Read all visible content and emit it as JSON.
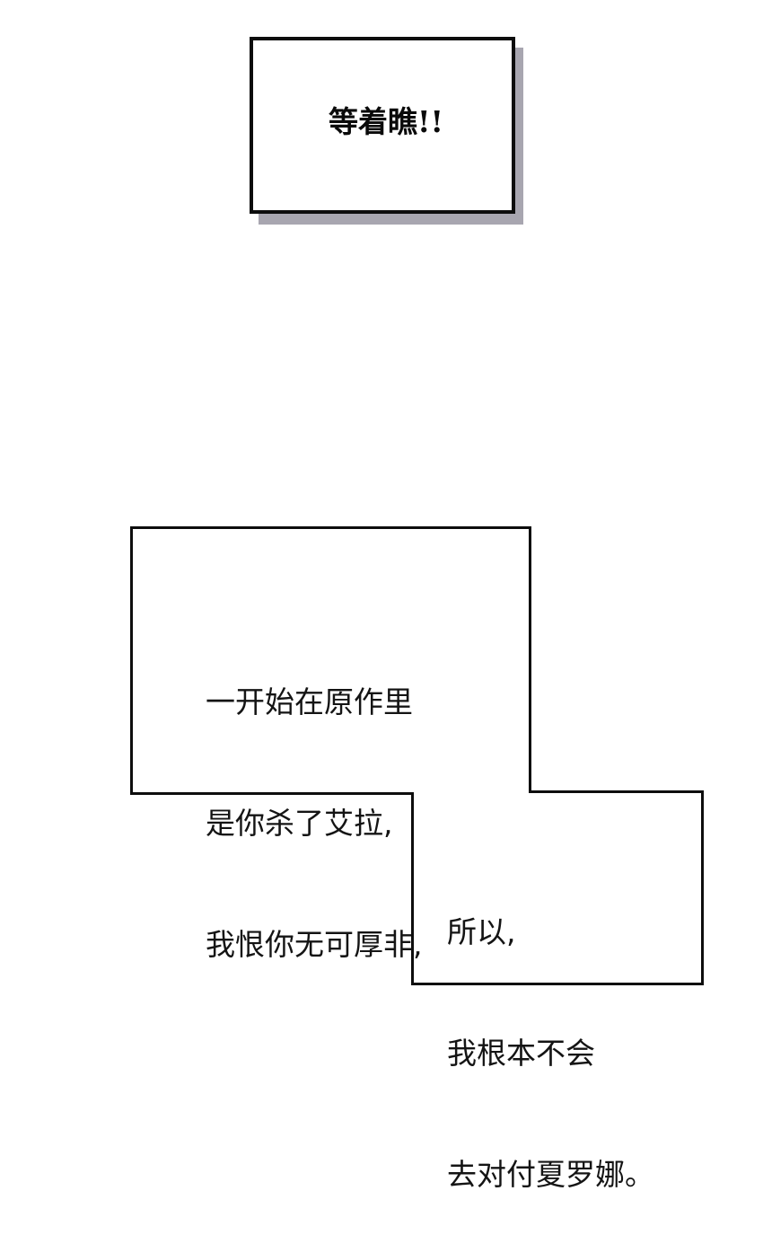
{
  "page": {
    "background": "#ffffff"
  },
  "caption_box": {
    "text": "等着瞧!!",
    "border_color": "#0d0d0d",
    "shadow_color": "#a8a6b0"
  },
  "narration_box": {
    "border_color": "#0d0d0d",
    "upper_lines": [
      "一开始在原作里",
      "是你杀了艾拉,",
      "我恨你无可厚非,"
    ],
    "lower_lines": [
      "所以,",
      "我根本不会",
      "去对付夏罗娜。"
    ]
  }
}
